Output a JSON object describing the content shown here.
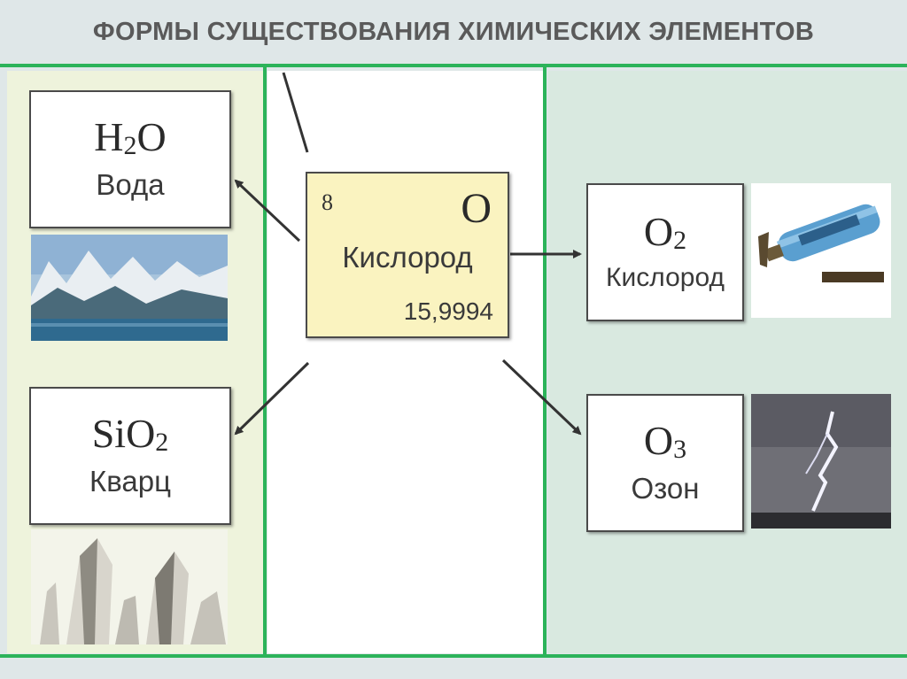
{
  "title": "ФОРМЫ СУЩЕСТВОВАНИЯ ХИМИЧЕСКИХ ЭЛЕМЕНТОВ",
  "colors": {
    "accent_green": "#2cb35a",
    "element_card": "#faf3c0"
  },
  "element": {
    "number": "8",
    "symbol": "O",
    "name": "Кислород",
    "mass": "15,9994"
  },
  "compounds": [
    {
      "formula_main": "H",
      "formula_sub": "2",
      "formula_tail": "O",
      "name": "Вода"
    },
    {
      "formula_main": "SiO",
      "formula_sub": "2",
      "formula_tail": "",
      "name": "Кварц"
    }
  ],
  "simple_substances": [
    {
      "formula_main": "O",
      "formula_sub": "2",
      "formula_tail": "",
      "name": "Кислород"
    },
    {
      "formula_main": "O",
      "formula_sub": "3",
      "formula_tail": "",
      "name": "Озон"
    }
  ],
  "icons": [
    "mountain-lake-image",
    "quartz-crystals-image",
    "oxygen-cylinder-image",
    "lightning-image"
  ]
}
